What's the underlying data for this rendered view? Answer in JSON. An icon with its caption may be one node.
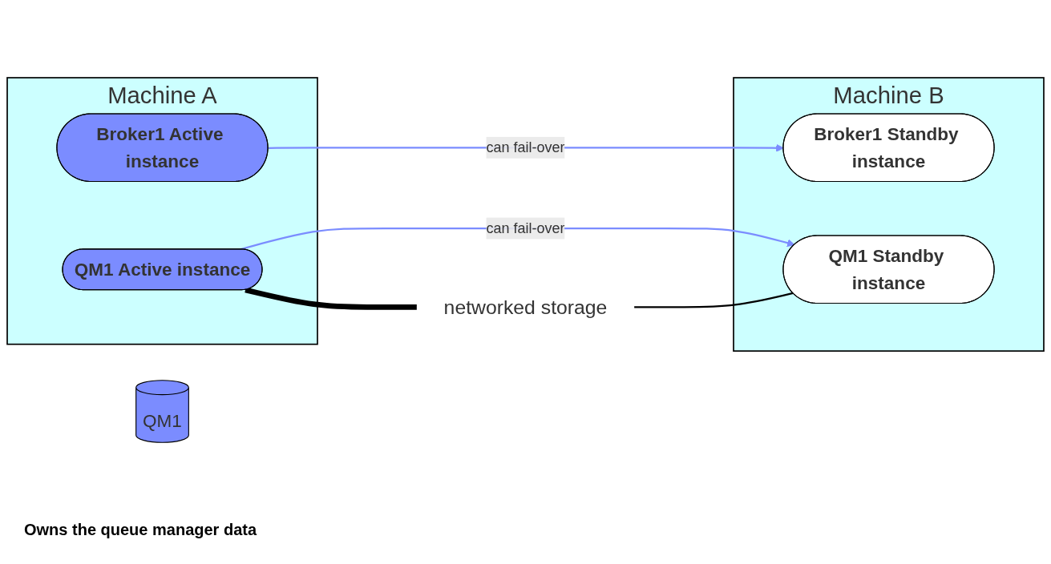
{
  "diagram": {
    "nodes": [
      {
        "text": [
          "Machine A"
        ]
      },
      {
        "text": [
          "Broker1 Active instance"
        ],
        "in": 0
      },
      {
        "text": [
          "QM1 Active instance"
        ],
        "in": 0
      },
      {
        "text": [
          "Machine B"
        ]
      },
      {
        "text": [
          "Broker1 Standby instance"
        ],
        "in": 3
      },
      {
        "text": [
          "QM1 Standby instance"
        ],
        "in": 3
      },
      {
        "text": [
          "QM1"
        ]
      },
      {
        "text": [
          "networked storage"
        ]
      }
    ],
    "edges": [
      {
        "from": 1,
        "to": 4,
        "arrow": "to",
        "label": "can fail-over",
        "color": "#7b8cff"
      },
      {
        "from": 2,
        "to": 5,
        "arrow": "to",
        "label": "can fail-over",
        "color": "#7b8cff"
      },
      {
        "from": 2,
        "to": 7,
        "arrow": "none",
        "style": "thick",
        "color": "#000000"
      },
      {
        "from": 7,
        "to": 5,
        "arrow": "none",
        "color": "#000000"
      }
    ],
    "labels": [
      "Owns the queue manager data"
    ]
  }
}
